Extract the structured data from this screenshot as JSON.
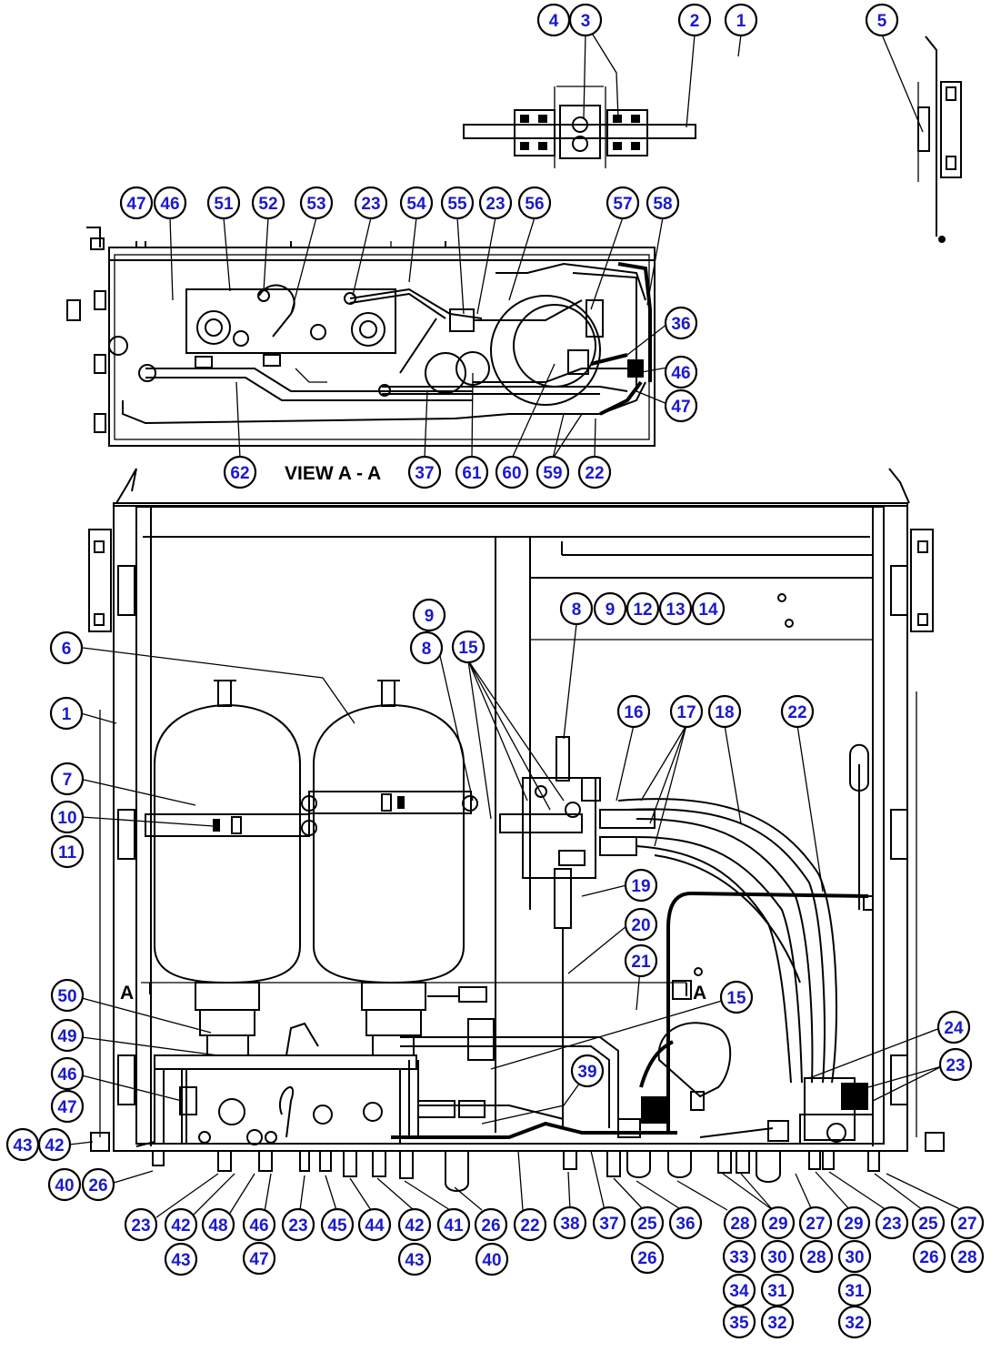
{
  "diagram": {
    "view_label": "VIEW A - A",
    "section_mark_left": "A",
    "section_mark_right": "A",
    "callouts": [
      {
        "id": "c1",
        "label": "4"
      },
      {
        "id": "c2",
        "label": "3"
      },
      {
        "id": "c3",
        "label": "2"
      },
      {
        "id": "c4",
        "label": "1"
      },
      {
        "id": "c5",
        "label": "5"
      },
      {
        "id": "c6",
        "label": "47"
      },
      {
        "id": "c7",
        "label": "46"
      },
      {
        "id": "c8",
        "label": "51"
      },
      {
        "id": "c9",
        "label": "52"
      },
      {
        "id": "c10",
        "label": "53"
      },
      {
        "id": "c11",
        "label": "23"
      },
      {
        "id": "c12",
        "label": "54"
      },
      {
        "id": "c13",
        "label": "55"
      },
      {
        "id": "c14",
        "label": "23"
      },
      {
        "id": "c15",
        "label": "56"
      },
      {
        "id": "c16",
        "label": "57"
      },
      {
        "id": "c17",
        "label": "58"
      },
      {
        "id": "c18",
        "label": "36"
      },
      {
        "id": "c19",
        "label": "46"
      },
      {
        "id": "c20",
        "label": "47"
      },
      {
        "id": "c21",
        "label": "62"
      },
      {
        "id": "c22",
        "label": "37"
      },
      {
        "id": "c23",
        "label": "61"
      },
      {
        "id": "c24",
        "label": "60"
      },
      {
        "id": "c25",
        "label": "59"
      },
      {
        "id": "c26",
        "label": "22"
      },
      {
        "id": "c27",
        "label": "9"
      },
      {
        "id": "c28",
        "label": "8"
      },
      {
        "id": "c29",
        "label": "8"
      },
      {
        "id": "c30",
        "label": "9"
      },
      {
        "id": "c31",
        "label": "12"
      },
      {
        "id": "c32",
        "label": "13"
      },
      {
        "id": "c33",
        "label": "14"
      },
      {
        "id": "c34",
        "label": "6"
      },
      {
        "id": "c35",
        "label": "15"
      },
      {
        "id": "c36",
        "label": "16"
      },
      {
        "id": "c37",
        "label": "17"
      },
      {
        "id": "c38",
        "label": "18"
      },
      {
        "id": "c39",
        "label": "22"
      },
      {
        "id": "c40",
        "label": "1"
      },
      {
        "id": "c41",
        "label": "7"
      },
      {
        "id": "c42",
        "label": "10"
      },
      {
        "id": "c43",
        "label": "11"
      },
      {
        "id": "c44",
        "label": "19"
      },
      {
        "id": "c45",
        "label": "20"
      },
      {
        "id": "c46",
        "label": "21"
      },
      {
        "id": "c47",
        "label": "50"
      },
      {
        "id": "c48",
        "label": "15"
      },
      {
        "id": "c49",
        "label": "49"
      },
      {
        "id": "c50",
        "label": "24"
      },
      {
        "id": "c51",
        "label": "46"
      },
      {
        "id": "c52",
        "label": "23"
      },
      {
        "id": "c53",
        "label": "39"
      },
      {
        "id": "c54",
        "label": "47"
      },
      {
        "id": "c55",
        "label": "43"
      },
      {
        "id": "c56",
        "label": "42"
      },
      {
        "id": "c57",
        "label": "40"
      },
      {
        "id": "c58",
        "label": "26"
      },
      {
        "id": "c59",
        "label": "23"
      },
      {
        "id": "c60",
        "label": "42"
      },
      {
        "id": "c61",
        "label": "48"
      },
      {
        "id": "c62",
        "label": "46"
      },
      {
        "id": "c63",
        "label": "23"
      },
      {
        "id": "c64",
        "label": "45"
      },
      {
        "id": "c65",
        "label": "44"
      },
      {
        "id": "c66",
        "label": "42"
      },
      {
        "id": "c67",
        "label": "41"
      },
      {
        "id": "c68",
        "label": "26"
      },
      {
        "id": "c69",
        "label": "22"
      },
      {
        "id": "c70",
        "label": "38"
      },
      {
        "id": "c71",
        "label": "37"
      },
      {
        "id": "c72",
        "label": "25"
      },
      {
        "id": "c73",
        "label": "36"
      },
      {
        "id": "c74",
        "label": "28"
      },
      {
        "id": "c75",
        "label": "29"
      },
      {
        "id": "c76",
        "label": "27"
      },
      {
        "id": "c77",
        "label": "29"
      },
      {
        "id": "c78",
        "label": "23"
      },
      {
        "id": "c79",
        "label": "25"
      },
      {
        "id": "c80",
        "label": "27"
      },
      {
        "id": "c81",
        "label": "43"
      },
      {
        "id": "c82",
        "label": "47"
      },
      {
        "id": "c83",
        "label": "43"
      },
      {
        "id": "c84",
        "label": "40"
      },
      {
        "id": "c85",
        "label": "26"
      },
      {
        "id": "c86",
        "label": "33"
      },
      {
        "id": "c87",
        "label": "30"
      },
      {
        "id": "c88",
        "label": "28"
      },
      {
        "id": "c89",
        "label": "30"
      },
      {
        "id": "c90",
        "label": "26"
      },
      {
        "id": "c91",
        "label": "28"
      },
      {
        "id": "c92",
        "label": "34"
      },
      {
        "id": "c93",
        "label": "31"
      },
      {
        "id": "c94",
        "label": "31"
      },
      {
        "id": "c95",
        "label": "35"
      },
      {
        "id": "c96",
        "label": "32"
      },
      {
        "id": "c97",
        "label": "32"
      }
    ]
  }
}
